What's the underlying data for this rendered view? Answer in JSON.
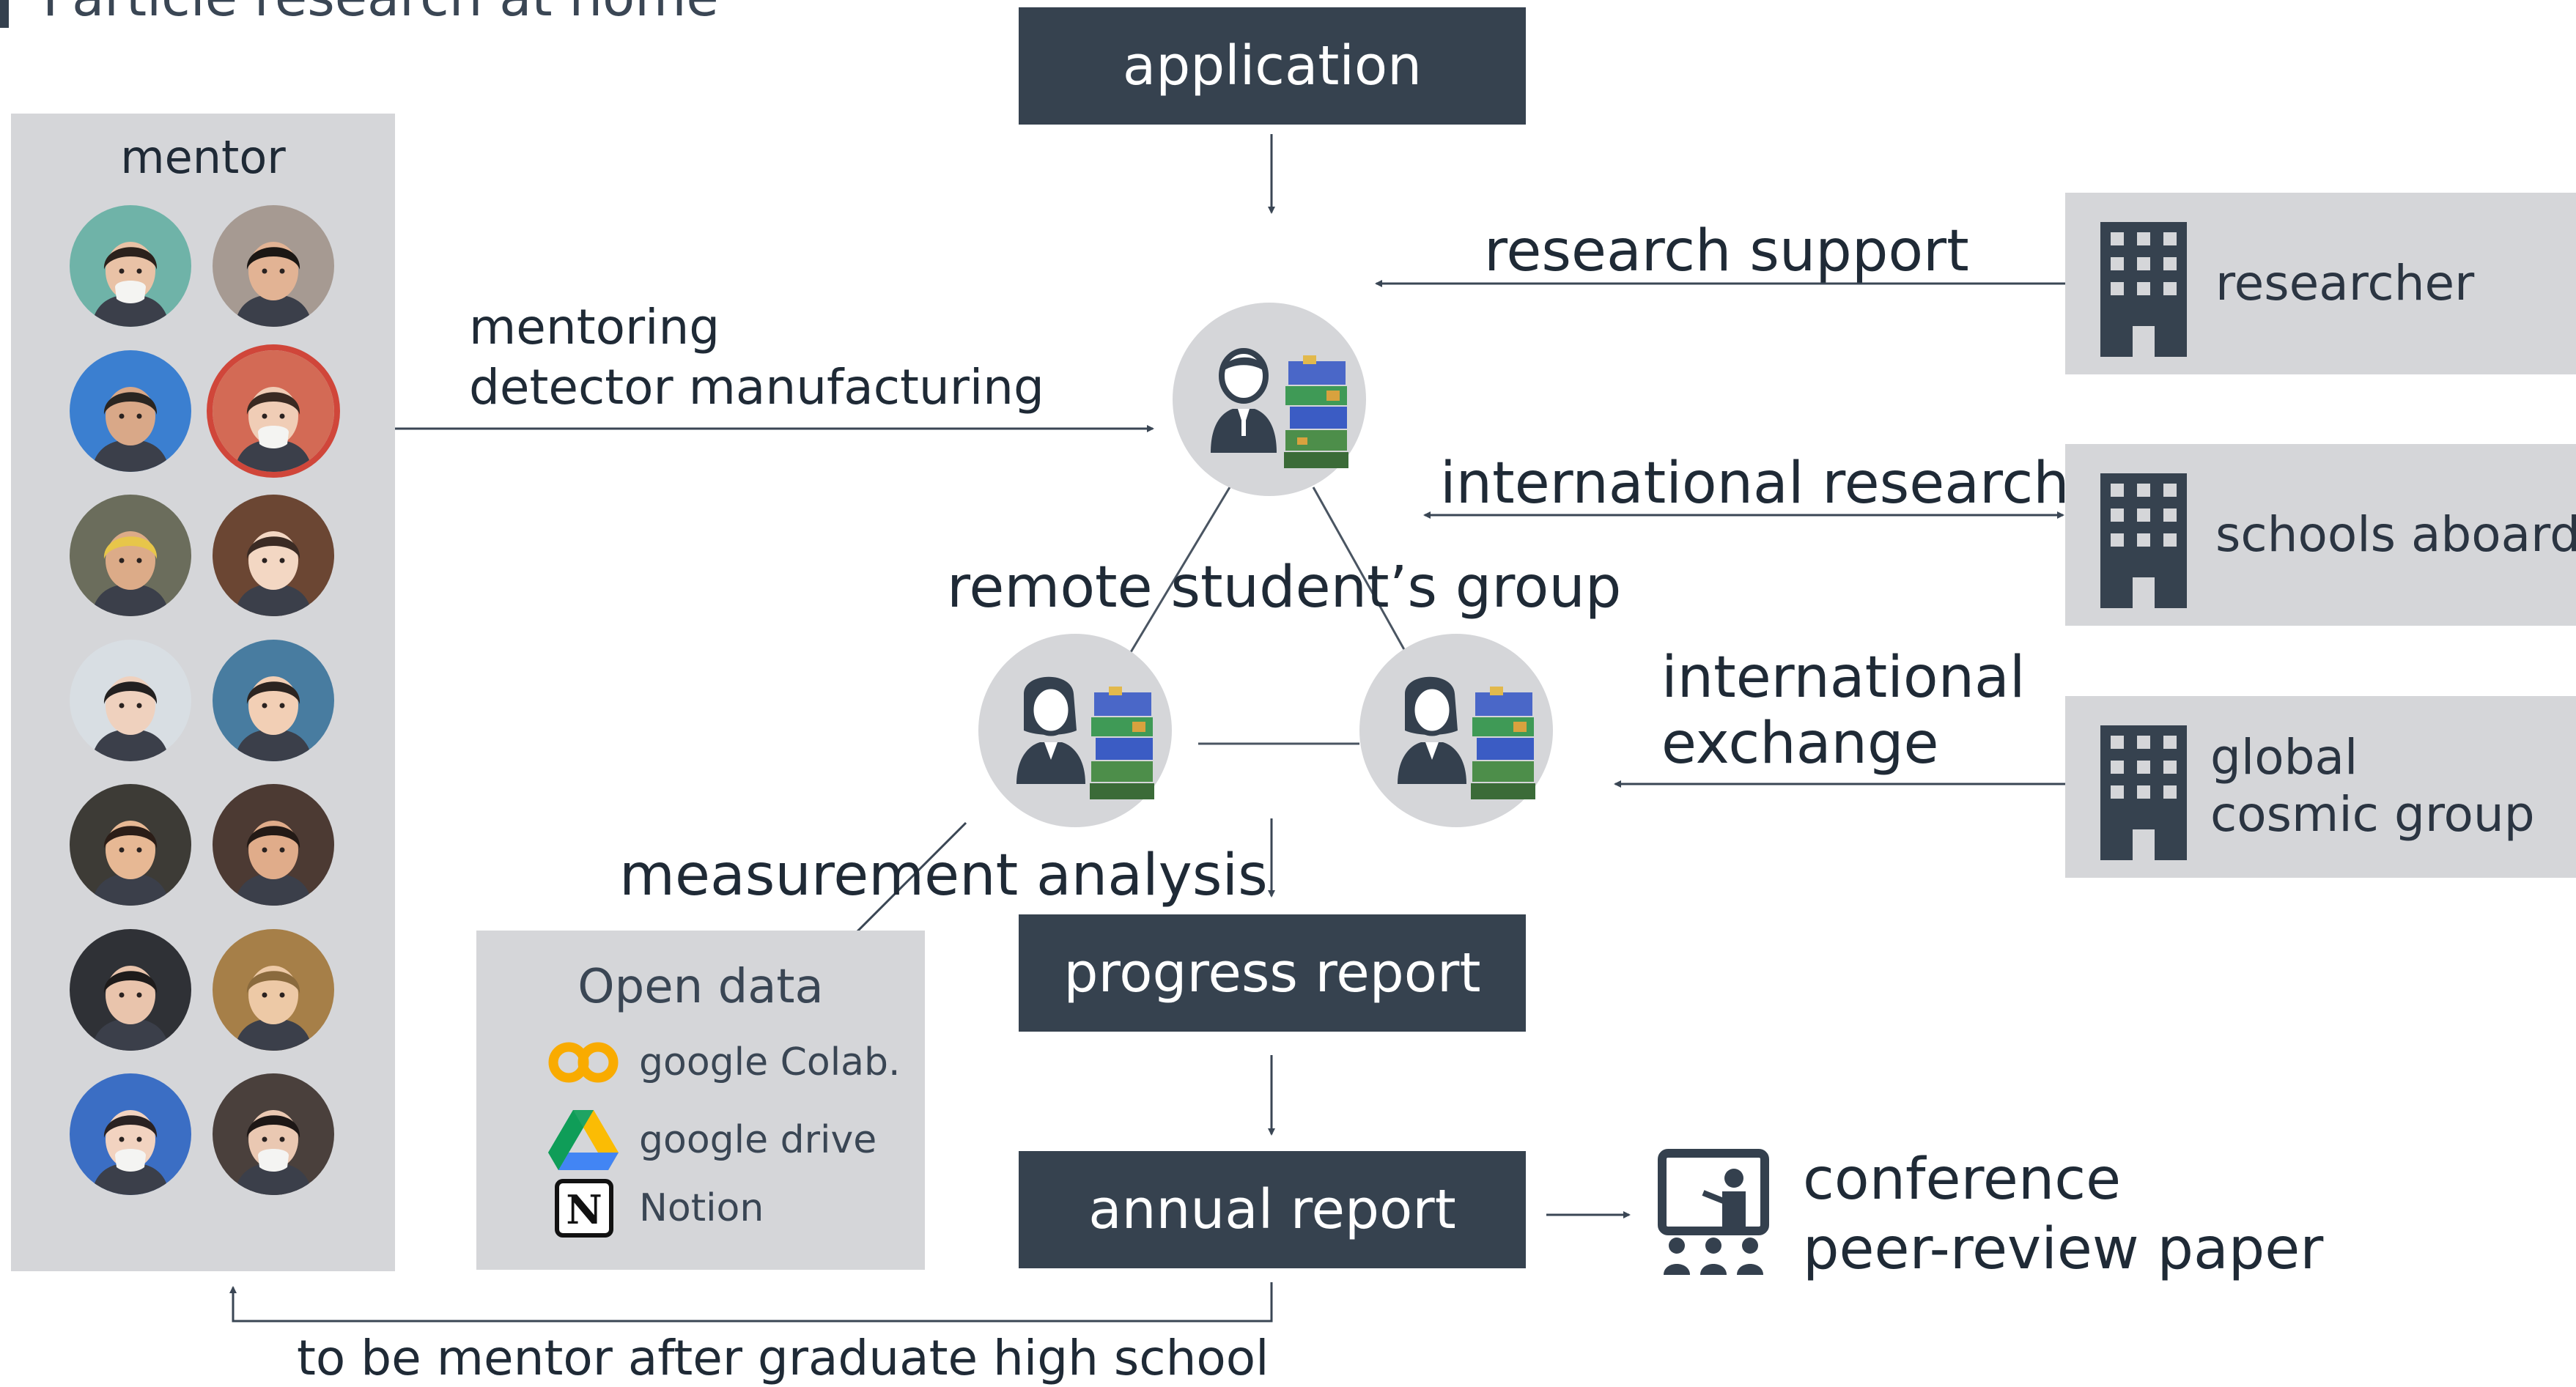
{
  "title": "Particle research at home",
  "application": "application",
  "progress_report": "progress report",
  "annual_report": "annual report",
  "mentor": {
    "title": "mentor",
    "photos": [
      {
        "skin": "#e9c2a6",
        "hair": "#2b211c",
        "bg": "#6fb3a8",
        "mask": true
      },
      {
        "skin": "#e2b394",
        "hair": "#1b1714",
        "bg": "#a69a92",
        "mask": false
      },
      {
        "skin": "#d9a888",
        "hair": "#2a2521",
        "bg": "#3b7fd0",
        "mask": false
      },
      {
        "skin": "#f0cdb6",
        "hair": "#3a2a22",
        "bg": "#d36a55",
        "mask": true
      },
      {
        "skin": "#dcab88",
        "hair": "#e7c64a",
        "bg": "#6b6d5c",
        "mask": false
      },
      {
        "skin": "#f3d7c3",
        "hair": "#3b2b24",
        "bg": "#6b4633",
        "mask": false
      },
      {
        "skin": "#efd1be",
        "hair": "#232020",
        "bg": "#d8dee3",
        "mask": false
      },
      {
        "skin": "#f2cfb5",
        "hair": "#2c2420",
        "bg": "#487ca0",
        "mask": false
      },
      {
        "skin": "#e7b894",
        "hair": "#2b1d17",
        "bg": "#3d3b36",
        "mask": false
      },
      {
        "skin": "#e0ac8a",
        "hair": "#231a16",
        "bg": "#4c3a33",
        "mask": false
      },
      {
        "skin": "#e9c4ac",
        "hair": "#1e1b1b",
        "bg": "#2f3136",
        "mask": false
      },
      {
        "skin": "#edc9a6",
        "hair": "#8a6a3d",
        "bg": "#a67f48",
        "mask": false
      },
      {
        "skin": "#f2d3c0",
        "hair": "#2a2222",
        "bg": "#3b6ec4",
        "mask": true
      },
      {
        "skin": "#eac8b2",
        "hair": "#1d1716",
        "bg": "#4a403c",
        "mask": true
      }
    ]
  },
  "labels": {
    "mentoring": "mentoring",
    "detector_manufacturing": "detector manufacturing",
    "research_support": "research support",
    "international_research": "international research",
    "remote_group": "remote student’s group",
    "international": "international",
    "exchange": "exchange",
    "measurement_analysis": "measurement analysis",
    "to_be_mentor": "to be mentor after graduate high school",
    "conference": "conference",
    "peer_review": "peer-review paper"
  },
  "orgs": {
    "researcher": "researcher",
    "schools_aboard": "schools aboard",
    "global_line1": "global",
    "global_line2": "cosmic group"
  },
  "open_data": {
    "title": "Open data",
    "items": [
      {
        "label": "google Colab.",
        "icon": "colab-icon"
      },
      {
        "label": "google drive",
        "icon": "drive-icon"
      },
      {
        "label": "Notion",
        "icon": "notion-icon"
      }
    ]
  },
  "colors": {
    "dark_box": "#36424f",
    "grey_panel": "#d5d6d9",
    "highlight": "#d0463a",
    "arrow": "#3a4654"
  }
}
